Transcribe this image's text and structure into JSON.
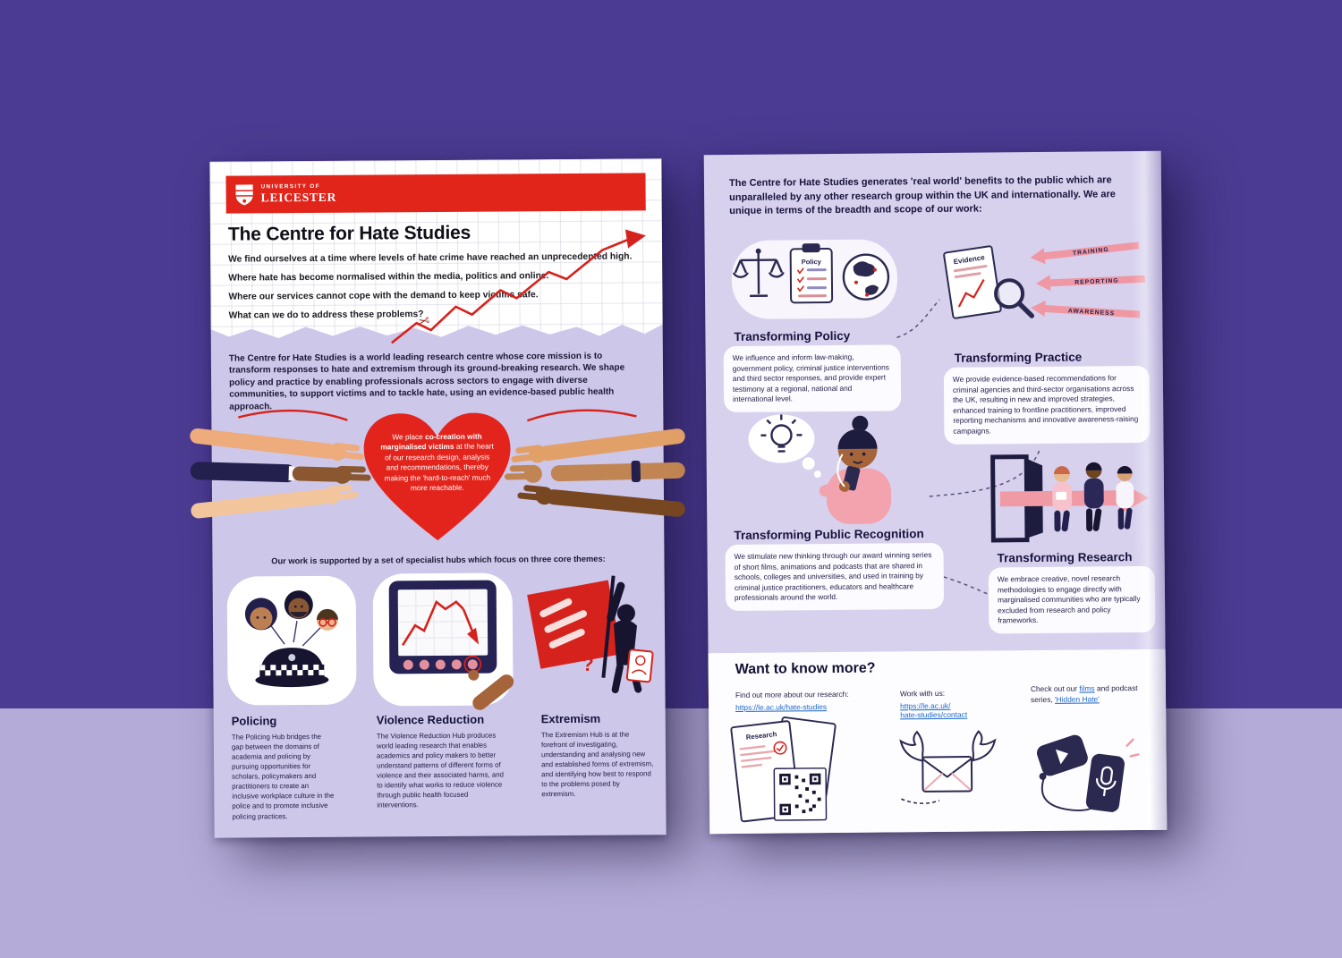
{
  "scene": {
    "wall_color": "#4b3b92",
    "floor_color": "#b4abd8"
  },
  "brand": {
    "red": "#e1251b",
    "navy": "#2b2950",
    "lavender": "#d7d1ee",
    "pink": "#ef97a2",
    "link_blue": "#1b66c9"
  },
  "front_poster": {
    "logo": {
      "line1": "UNIVERSITY OF",
      "line2": "LEICESTER"
    },
    "title": "The Centre for Hate Studies",
    "intro_lines": [
      "We find ourselves at a time where levels of hate crime have reached an unprecedented high.",
      "Where hate has become normalised within the media, politics and online.",
      "Where our services cannot cope with the demand to keep victims safe.",
      "What can we do to address these problems?"
    ],
    "mission": "The Centre for Hate Studies is a world leading research centre whose core mission is to transform responses to hate and extremism through its ground-breaking research. We shape policy and practice by enabling professionals across sectors to engage with diverse communities, to support victims and to tackle hate, using an evidence-based public health approach.",
    "heart": {
      "pre": "We place ",
      "bold": "co-creation with marginalised victims",
      "post": " at the heart of our research design, analysis and recommendations, thereby making the 'hard-to-reach' much more reachable."
    },
    "hubs_intro": "Our work is supported by a set of specialist hubs which focus on three core themes:",
    "hubs": [
      {
        "title": "Policing",
        "text": "The Policing Hub bridges the gap between the domains of academia and policing by pursuing opportunities for scholars, policymakers and practitioners to create an inclusive workplace culture in the police and to promote inclusive policing practices."
      },
      {
        "title": "Violence Reduction",
        "text": "The Violence Reduction Hub produces world leading research that enables academics and policy makers to better understand patterns of different forms of violence and their associated harms, and to identify what works to reduce violence through public health focused interventions."
      },
      {
        "title": "Extremism",
        "text": "The Extremism Hub is at the forefront of investigating, understanding and analysing new and established forms of extremism, and identifying how best to respond to the problems posed by extremism."
      }
    ]
  },
  "back_poster": {
    "intro": "The Centre for Hate Studies generates 'real world' benefits to the public which are unparalleled by any other research group within the UK and internationally. We are unique in terms of the breadth and scope of our work:",
    "sections": [
      {
        "title": "Transforming Policy",
        "doc_label": "Policy",
        "text": "We influence and inform law-making, government policy, criminal justice interventions and third sector responses, and provide expert testimony at a regional, national and international level."
      },
      {
        "title": "Transforming Practice",
        "doc_label": "Evidence",
        "arrow_labels": [
          "TRAINING",
          "REPORTING",
          "AWARENESS"
        ],
        "text": "We provide evidence-based recommendations for criminal agencies and third-sector organisations across the UK, resulting in new and improved strategies, enhanced training to frontline practitioners, improved reporting mechanisms and innovative awareness-raising campaigns."
      },
      {
        "title": "Transforming Public Recognition",
        "text": "We stimulate new thinking through our award winning series of short films, animations and podcasts that are shared in schools, colleges and universities, and used in training by criminal justice practitioners, educators and healthcare professionals around the world."
      },
      {
        "title": "Transforming Research",
        "text": "We embrace creative, novel research methodologies to engage directly with marginalised communities who are typically excluded from research and policy frameworks."
      }
    ],
    "more": {
      "heading": "Want to know more?",
      "research_label": "Find out more about our research:",
      "research_link": "https://le.ac.uk/hate-studies",
      "work_label": "Work with us:",
      "work_link_line1": "https://le.ac.uk/",
      "work_link_line2": "hate-studies/contact",
      "films_pre": "Check out our ",
      "films_link": "films",
      "films_mid": " and podcast series, ",
      "films_link2": "'Hidden Hate'",
      "research_doc_label": "Research"
    }
  }
}
